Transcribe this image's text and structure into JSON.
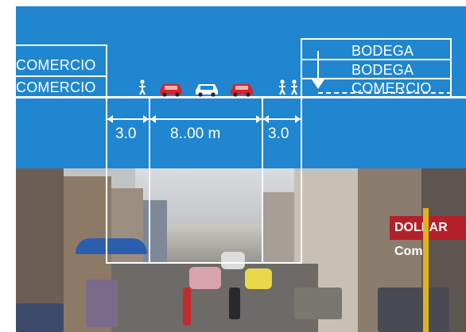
{
  "left_labels": [
    "COMERCIO",
    "COMERCIO"
  ],
  "right_labels": [
    "BODEGA",
    "BODEGA",
    "COMERCIO"
  ],
  "dimensions": {
    "left_sidewalk": "3.0",
    "roadway": "8..00 m",
    "right_sidewalk": "3.0"
  },
  "icons": {
    "pedestrian": "pedestrian-icon",
    "car": "car-icon",
    "arrow": "down-arrow-icon"
  },
  "colors": {
    "band": "#1f86cf",
    "lines": "#ffffff",
    "car_red": "#d6252b",
    "car_white": "#ffffff"
  },
  "photo_sign": "DOLLAR  Com"
}
